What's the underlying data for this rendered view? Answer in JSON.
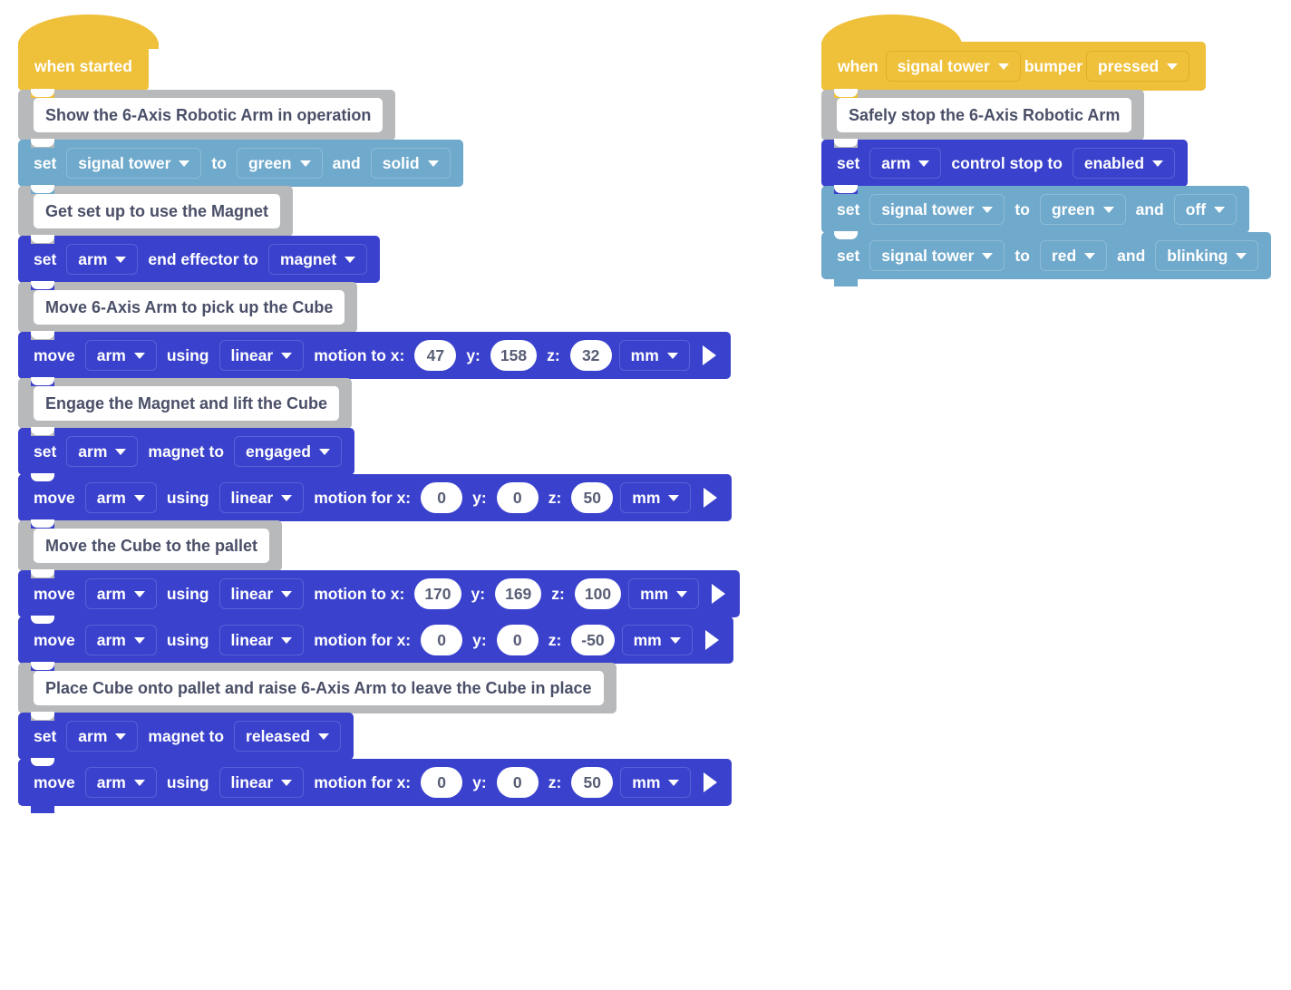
{
  "app": {
    "title": "VEXcode block workspace",
    "canvas_background": "#ffffff"
  },
  "colors": {
    "event_hat": "#efc03a",
    "comment_gray": "#b8b9bb",
    "signal_tower_blue": "#6fa9cb",
    "arm_blue": "#3a41cc",
    "field_white": "#ffffff",
    "comment_text": "#4a4f68",
    "number_text": "#575e75"
  },
  "stacks": [
    {
      "id": "main-stack",
      "name": "when-started-stack",
      "hat": {
        "label": "when started"
      },
      "blocks": [
        {
          "type": "comment",
          "text": "Show the 6-Axis Robotic Arm in operation"
        },
        {
          "type": "set-signal-tower",
          "set_label": "set",
          "device": "signal tower",
          "to_label": "to",
          "color": "green",
          "and_label": "and",
          "mode": "solid"
        },
        {
          "type": "comment",
          "text": "Get set up to use the Magnet"
        },
        {
          "type": "set-end-effector",
          "set_label": "set",
          "device": "arm",
          "mid_label": "end effector to",
          "value": "magnet"
        },
        {
          "type": "comment",
          "text": "Move 6-Axis Arm to pick up the Cube"
        },
        {
          "type": "move",
          "move_label": "move",
          "device": "arm",
          "using_label": "using",
          "motion_type": "linear",
          "motion_label": "motion to x:",
          "x": "47",
          "y_label": "y:",
          "y": "158",
          "z_label": "z:",
          "z": "32",
          "units": "mm"
        },
        {
          "type": "comment",
          "text": "Engage the Magnet and lift the Cube"
        },
        {
          "type": "set-magnet",
          "set_label": "set",
          "device": "arm",
          "mid_label": "magnet to",
          "value": "engaged"
        },
        {
          "type": "move",
          "move_label": "move",
          "device": "arm",
          "using_label": "using",
          "motion_type": "linear",
          "motion_label": "motion for x:",
          "x": "0",
          "y_label": "y:",
          "y": "0",
          "z_label": "z:",
          "z": "50",
          "units": "mm"
        },
        {
          "type": "comment",
          "text": "Move the Cube to the pallet"
        },
        {
          "type": "move",
          "move_label": "move",
          "device": "arm",
          "using_label": "using",
          "motion_type": "linear",
          "motion_label": "motion to x:",
          "x": "170",
          "y_label": "y:",
          "y": "169",
          "z_label": "z:",
          "z": "100",
          "units": "mm"
        },
        {
          "type": "move",
          "move_label": "move",
          "device": "arm",
          "using_label": "using",
          "motion_type": "linear",
          "motion_label": "motion for x:",
          "x": "0",
          "y_label": "y:",
          "y": "0",
          "z_label": "z:",
          "z": "-50",
          "units": "mm"
        },
        {
          "type": "comment",
          "text": "Place Cube onto pallet and raise 6-Axis Arm to leave the Cube in place"
        },
        {
          "type": "set-magnet",
          "set_label": "set",
          "device": "arm",
          "mid_label": "magnet to",
          "value": "released"
        },
        {
          "type": "move",
          "move_label": "move",
          "device": "arm",
          "using_label": "using",
          "motion_type": "linear",
          "motion_label": "motion for x:",
          "x": "0",
          "y_label": "y:",
          "y": "0",
          "z_label": "z:",
          "z": "50",
          "units": "mm"
        }
      ]
    },
    {
      "id": "bumper-stack",
      "name": "when-bumper-pressed-stack",
      "hat": {
        "when_label": "when",
        "device": "signal tower",
        "mid_label": "bumper",
        "state": "pressed"
      },
      "blocks": [
        {
          "type": "comment",
          "text": "Safely stop the 6-Axis Robotic Arm"
        },
        {
          "type": "set-control-stop",
          "set_label": "set",
          "device": "arm",
          "mid_label": "control stop to",
          "value": "enabled"
        },
        {
          "type": "set-signal-tower",
          "set_label": "set",
          "device": "signal tower",
          "to_label": "to",
          "color": "green",
          "and_label": "and",
          "mode": "off"
        },
        {
          "type": "set-signal-tower",
          "set_label": "set",
          "device": "signal tower",
          "to_label": "to",
          "color": "red",
          "and_label": "and",
          "mode": "blinking"
        }
      ]
    }
  ],
  "icons": {
    "dropdown_caret": "chevron-down-icon",
    "expand_arrow": "play-triangle-icon"
  }
}
